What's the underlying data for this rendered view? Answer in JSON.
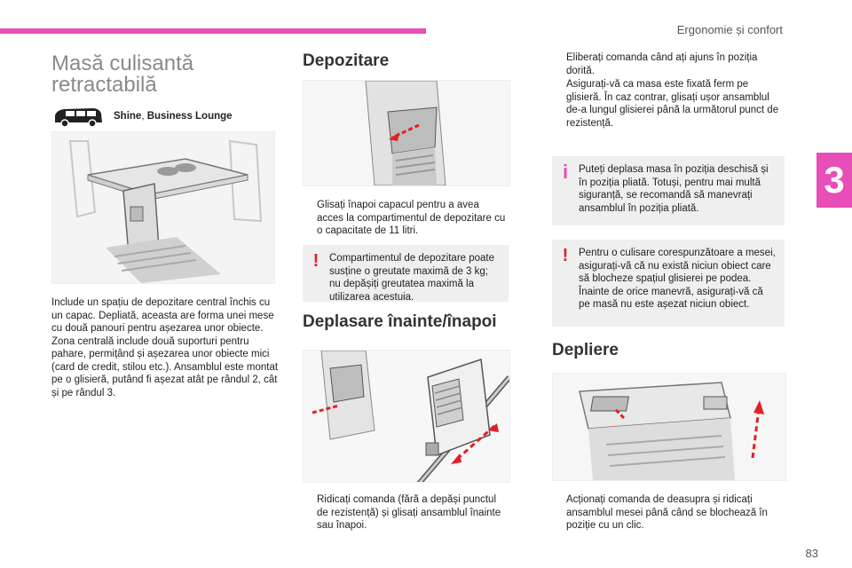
{
  "header": {
    "section": "Ergonomie și confort",
    "chapter": "3",
    "page": "83"
  },
  "left": {
    "title": "Masă culisantă retractabilă",
    "vehicle_icon": "van-icon",
    "versions_1": "Shine",
    "versions_sep": ", ",
    "versions_2": "Business Lounge",
    "description": "Include un spațiu de depozitare central închis cu un capac. Depliată, aceasta are forma unei mese cu două panouri pentru așezarea unor obiecte. Zona centrală include două suporturi pentru pahare, permițând și așezarea unor obiecte mici (card de credit, stilou etc.). Ansamblul este montat pe o glisieră, putând fi așezat atât pe rândul 2, cât și pe rândul 3."
  },
  "middle": {
    "storage_title": "Depozitare",
    "storage_step": "Glisați înapoi capacul pentru a avea acces la compartimentul de depozitare cu o capacitate de 11 litri.",
    "storage_warning": "Compartimentul de depozitare poate susține o greutate maximă de 3 kg; nu depășiți greutatea maximă la utilizarea acestuia.",
    "move_title": "Deplasare înainte/înapoi",
    "move_step": "Ridicați comanda (fără a depăși punctul de rezistență) și glisați ansamblul înainte sau înapoi."
  },
  "right": {
    "step_release": "Eliberați comanda când ați ajuns în poziția dorită.",
    "step_check": "Asigurați-vă ca masa este fixată ferm pe glisieră. În caz contrar, glisați ușor ansamblul de-a lungul glisierei până la următorul punct de rezistență.",
    "info_box": "Puteți deplasa masa în poziția deschisă și în poziția pliată. Totuși, pentru mai multă siguranță, se recomandă să manevrați ansamblul în poziția pliată.",
    "warning_line1": "Pentru o culisare corespunzătoare a mesei, asigurați-vă că nu există niciun obiect care să blocheze spațiul glisierei pe podea.",
    "warning_line2": "Înainte de orice manevră, asigurați-vă că pe masă nu este așezat niciun obiect.",
    "unfold_title": "Depliere",
    "unfold_step": "Acționați comanda de deasupra și ridicați ansamblul mesei până când se blochează în poziție cu un clic."
  },
  "symbols": {
    "bullet": "",
    "warning": "!",
    "info": "i"
  },
  "colors": {
    "accent": "#e84db8",
    "warning": "#e31f26",
    "box_bg": "#efefef",
    "title_grey": "#8a8a8a"
  }
}
